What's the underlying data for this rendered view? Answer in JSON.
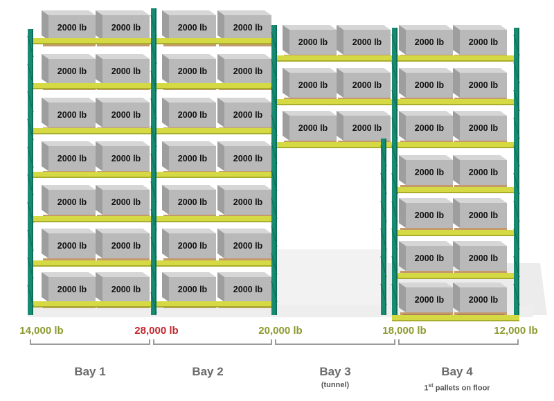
{
  "pallet_label": "2000 lb",
  "colors": {
    "upright": "#178a72",
    "upright_dark": "#0f6e5a",
    "beam": "#d5d944",
    "beam_shadow": "#a9ad2c",
    "box_front": "#b9b9b9",
    "box_side": "#9e9e9e",
    "box_top": "#d6d6d6",
    "pallet": "#c49a6c",
    "load_normal": "#8c9a2e",
    "load_highlight": "#c0282d",
    "bracket": "#9a9a9a"
  },
  "loads": [
    {
      "text": "14,000 lb",
      "highlight": false
    },
    {
      "text": "28,000 lb",
      "highlight": true
    },
    {
      "text": "20,000 lb",
      "highlight": false
    },
    {
      "text": "18,000 lb",
      "highlight": false
    },
    {
      "text": "12,000 lb",
      "highlight": false
    }
  ],
  "bays": [
    {
      "label": "Bay 1",
      "note": ""
    },
    {
      "label": "Bay 2",
      "note": ""
    },
    {
      "label": "Bay 3",
      "note": "(tunnel)"
    },
    {
      "label": "Bay 4",
      "note_sup": "st",
      "note_prefix": "1",
      "note_rest": " pallets on floor"
    }
  ]
}
